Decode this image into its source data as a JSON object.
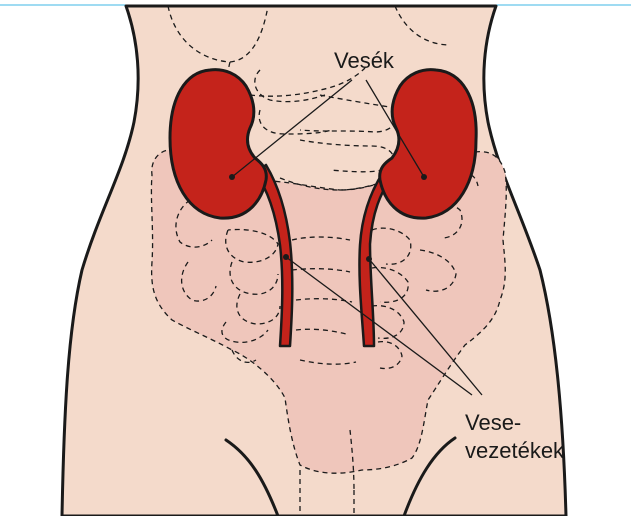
{
  "labels": {
    "kidneys": "Vesék",
    "ureters_line1": "Vese-",
    "ureters_line2": "vezetékek"
  },
  "colors": {
    "skin": "#f4dacb",
    "intestine": "#efc6bb",
    "kidney": "#c4231b",
    "outline": "#1a1a1a",
    "frame": "#3fb7e6"
  }
}
